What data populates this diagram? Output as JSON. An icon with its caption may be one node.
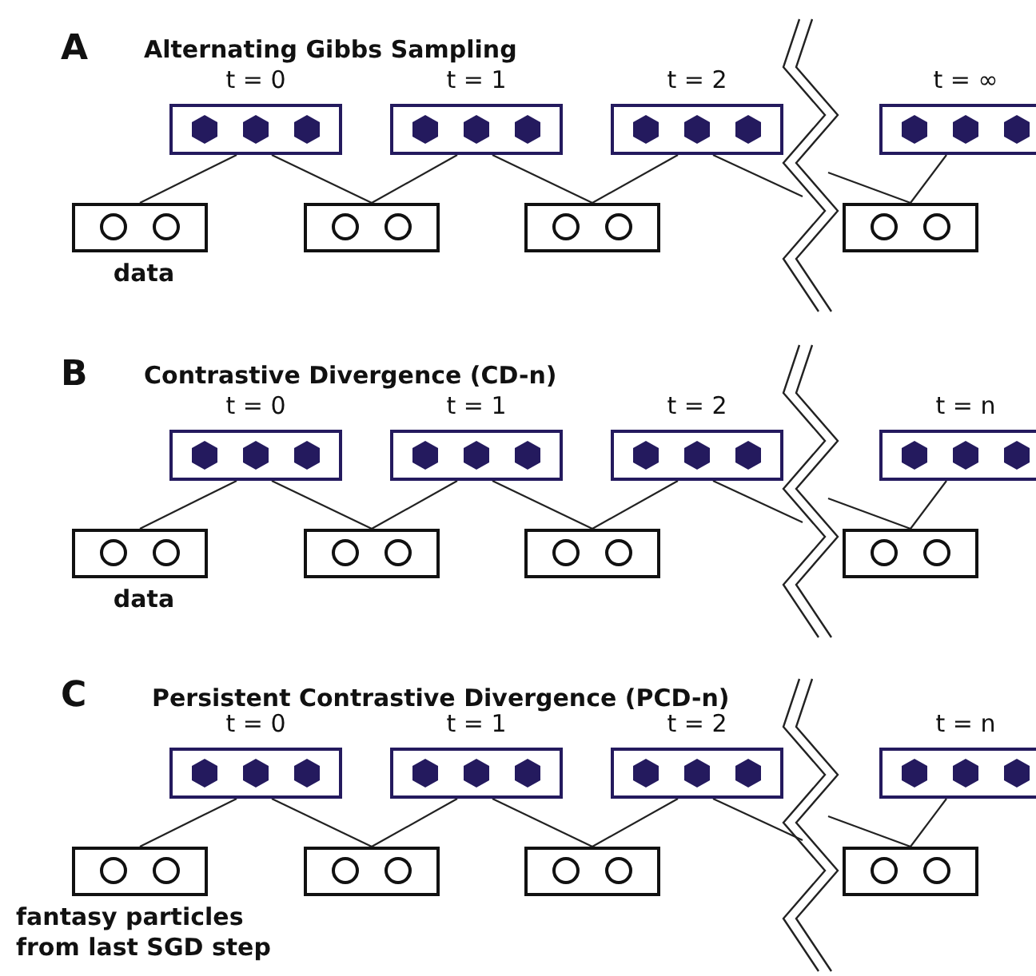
{
  "diagram": {
    "nodes": [
      {
        "text": [
          "t = 0"
        ]
      },
      {
        "text": [
          "t = 1"
        ]
      },
      {
        "text": [
          "t = 2"
        ]
      },
      {
        "text": [
          "t = ∞"
        ]
      },
      {
        "text": [],
        "shape": "box",
        "beside": [
          "data"
        ]
      },
      {
        "text": [],
        "shape": "box"
      },
      {
        "text": [],
        "shape": "box"
      },
      {
        "text": [],
        "shape": "box"
      },
      {
        "text": [
          "t = 0"
        ]
      },
      {
        "text": [
          "t = 1"
        ]
      },
      {
        "text": [
          "t = 2"
        ]
      },
      {
        "text": [
          "t = n"
        ]
      },
      {
        "text": [],
        "shape": "box",
        "beside": [
          "data"
        ]
      },
      {
        "text": [],
        "shape": "box"
      },
      {
        "text": [],
        "shape": "box"
      },
      {
        "text": [],
        "shape": "box"
      },
      {
        "text": [
          "t = 0"
        ]
      },
      {
        "text": [
          "t = 1"
        ]
      },
      {
        "text": [
          "t = 2"
        ]
      },
      {
        "text": [
          "t = n"
        ]
      },
      {
        "text": [],
        "shape": "box",
        "beside": [
          "fantasy particles from last SGD step"
        ]
      },
      {
        "text": [],
        "shape": "box"
      },
      {
        "text": [],
        "shape": "box"
      },
      {
        "text": [],
        "shape": "box"
      }
    ],
    "edges": [
      {
        "from": 4,
        "to": 0,
        "arrow": "none"
      },
      {
        "from": 0,
        "to": 5,
        "arrow": "none"
      },
      {
        "from": 5,
        "to": 1,
        "arrow": "none"
      },
      {
        "from": 1,
        "to": 6,
        "arrow": "none"
      },
      {
        "from": 6,
        "to": 2,
        "arrow": "none"
      },
      {
        "from": 2,
        "to": null,
        "arrow": "none"
      },
      {
        "from": null,
        "to": 7,
        "arrow": "none"
      },
      {
        "from": 7,
        "to": 3,
        "arrow": "none"
      },
      {
        "from": 12,
        "to": 8,
        "arrow": "none"
      },
      {
        "from": 8,
        "to": 13,
        "arrow": "none"
      },
      {
        "from": 13,
        "to": 9,
        "arrow": "none"
      },
      {
        "from": 9,
        "to": 14,
        "arrow": "none"
      },
      {
        "from": 14,
        "to": 10,
        "arrow": "none"
      },
      {
        "from": 10,
        "to": null,
        "arrow": "none"
      },
      {
        "from": null,
        "to": 15,
        "arrow": "none"
      },
      {
        "from": 15,
        "to": 11,
        "arrow": "none"
      },
      {
        "from": 20,
        "to": 16,
        "arrow": "none"
      },
      {
        "from": 16,
        "to": 21,
        "arrow": "none"
      },
      {
        "from": 21,
        "to": 17,
        "arrow": "none"
      },
      {
        "from": 17,
        "to": 22,
        "arrow": "none"
      },
      {
        "from": 22,
        "to": 18,
        "arrow": "none"
      },
      {
        "from": 18,
        "to": null,
        "arrow": "none"
      },
      {
        "from": null,
        "to": 23,
        "arrow": "none"
      },
      {
        "from": 23,
        "to": 19,
        "arrow": "none"
      }
    ],
    "labels": [
      "A",
      "Alternating Gibbs Sampling",
      "B",
      "Contrastive Divergence (CD-n)",
      "C",
      "Persistent Contrastive Divergence (PCD-n)"
    ]
  }
}
